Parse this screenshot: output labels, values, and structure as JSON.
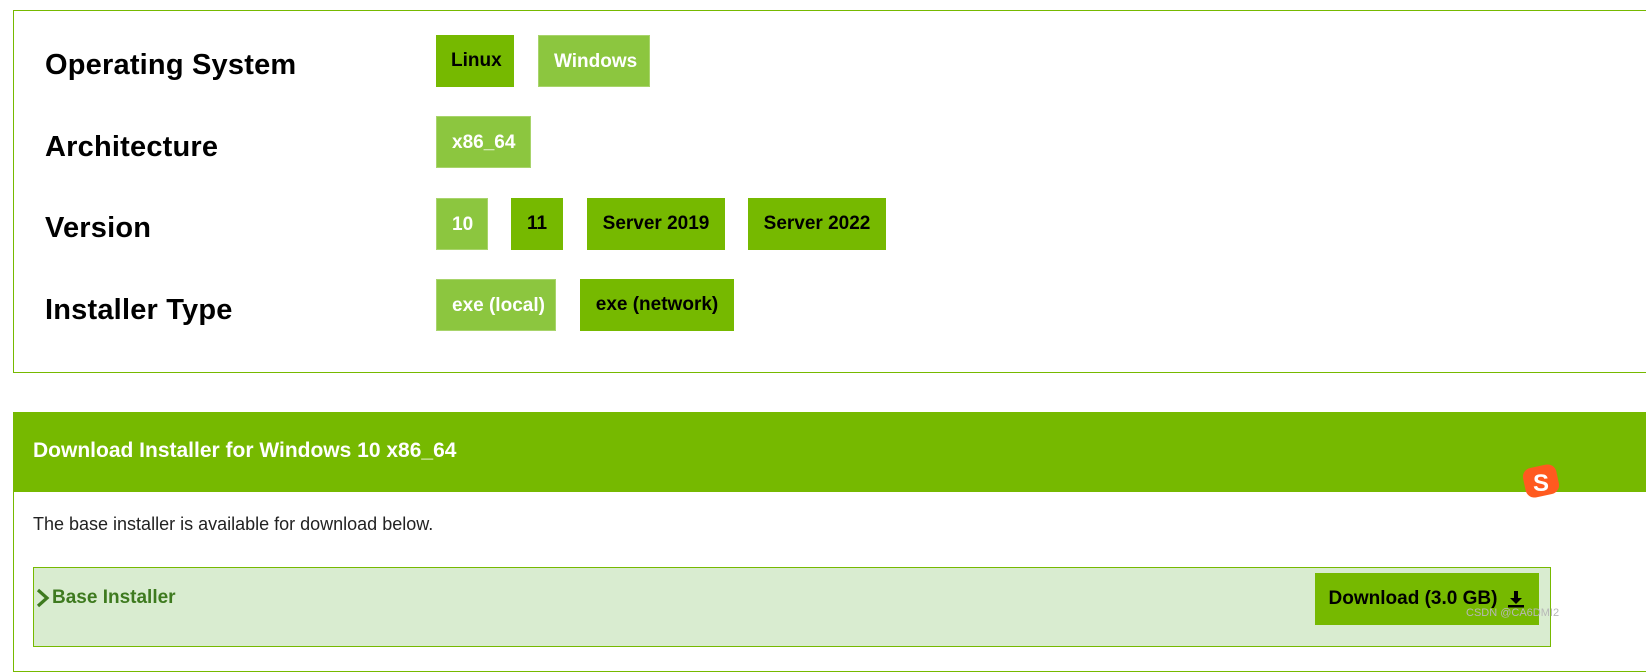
{
  "selector": {
    "rows": [
      {
        "label": "Operating System",
        "options": [
          "Linux",
          "Windows"
        ]
      },
      {
        "label": "Architecture",
        "options": [
          "x86_64"
        ]
      },
      {
        "label": "Version",
        "options": [
          "10",
          "11",
          "Server 2019",
          "Server 2022"
        ]
      },
      {
        "label": "Installer Type",
        "options": [
          "exe (local)",
          "exe (network)"
        ]
      }
    ],
    "selected": {
      "operating_system": "Windows",
      "architecture": "x86_64",
      "version": "10",
      "installer_type": "exe (local)"
    }
  },
  "download": {
    "title": "Download Installer for Windows 10 x86_64",
    "note": "The base installer is available for download below.",
    "base_installer": {
      "label": "Base Installer",
      "button_label": "Download (3.0 GB)"
    }
  },
  "icons": {
    "chevron": "chevron-right-icon",
    "download": "download-icon",
    "ime": "sogou-ime-icon"
  },
  "colors": {
    "accent": "#76b900",
    "selected_option": "#8cc63f",
    "installer_bg": "#d9ecd0",
    "installer_text": "#3e7a1f"
  },
  "watermark": "CSDN @CA6DMI2"
}
